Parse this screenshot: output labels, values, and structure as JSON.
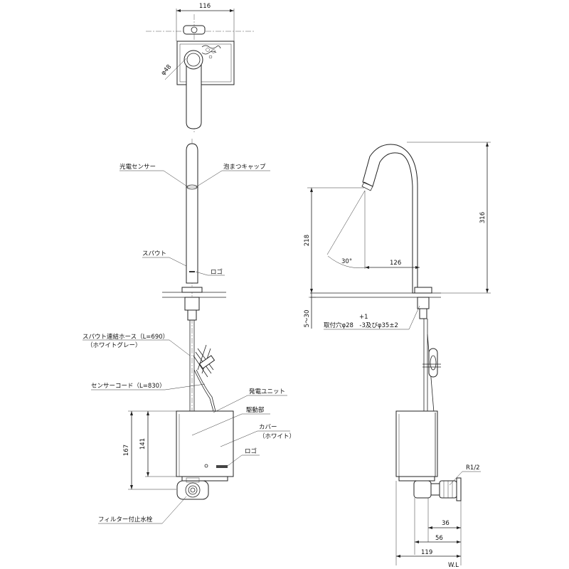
{
  "top_view": {
    "width_dim": "116",
    "diameter": "φ48"
  },
  "front_view": {
    "labels": {
      "photo_sensor": "光電センサー",
      "foam_cap": "泡まつキャップ",
      "spout": "スパウト",
      "logo_spout": "ロゴ",
      "hose_line1": "スパウト連結ホース（L=690）",
      "hose_line2": "（ホワイトグレー）",
      "sensor_cord": "センサーコード（L=830）",
      "generator": "発電ユニット",
      "drive": "駆動部",
      "cover_line1": "カバー",
      "cover_line2": "（ホワイト）",
      "logo_unit": "ロゴ",
      "filter_valve": "フィルター付止水栓"
    },
    "dims": {
      "outer_height": "167",
      "inner_height": "141"
    }
  },
  "side_view": {
    "dims": {
      "total_height": "316",
      "outlet_height": "218",
      "reach": "126",
      "angle": "30°",
      "thickness": "5～30",
      "fit": "+1",
      "hole": "取付穴φ28　-3及びφ35±2",
      "thread": "R1/2",
      "d36": "36",
      "d56": "56",
      "d119": "119",
      "wl": "W.L"
    }
  }
}
